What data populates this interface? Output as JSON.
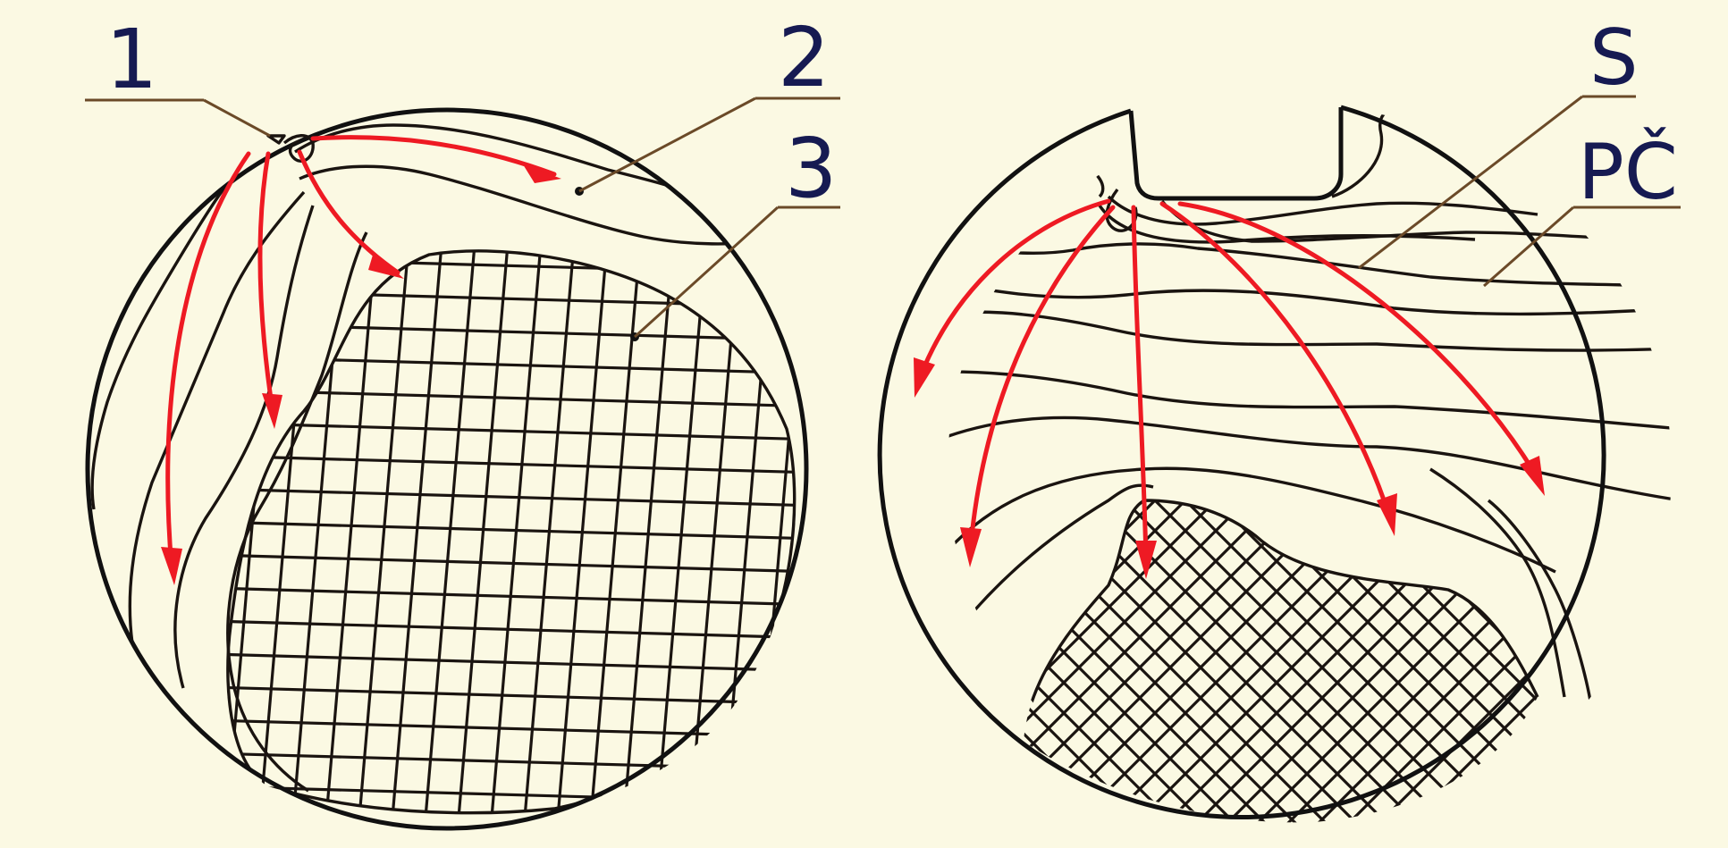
{
  "labels": {
    "one": "1",
    "two": "2",
    "three": "3",
    "s": "S",
    "pc": "PČ"
  },
  "colors": {
    "background": "#fbf9e3",
    "arrow": "#ee1a23",
    "line": "#1a1410",
    "label": "#161a52"
  }
}
